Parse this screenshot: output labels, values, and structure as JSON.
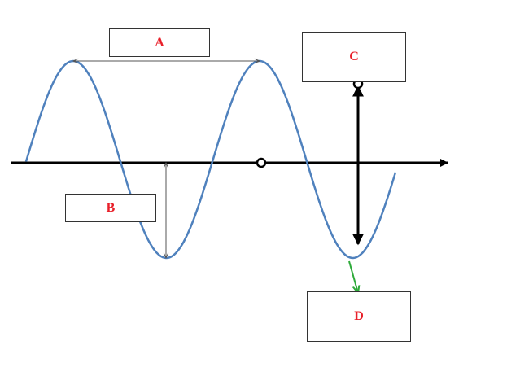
{
  "labels": {
    "a": "A",
    "b": "B",
    "c": "C",
    "d": "D"
  },
  "colors": {
    "wave": "#4f81bd",
    "axis": "#000000",
    "label_text": "#e8202a",
    "measure_arrow": "#555555",
    "pointer_arrow": "#2eaa3a",
    "box_border": "#333333"
  }
}
